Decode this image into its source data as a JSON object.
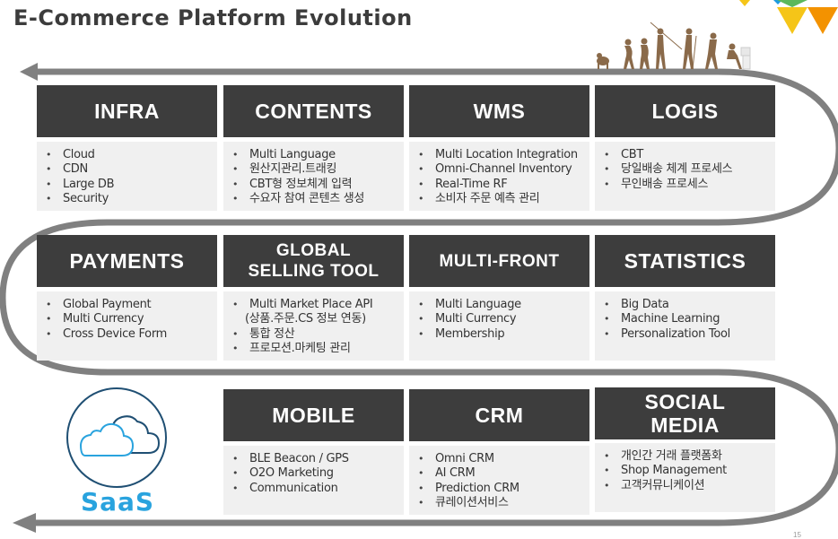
{
  "title": "E-Commerce Platform Evolution",
  "colors": {
    "header_bg": "#3d3d3d",
    "body_bg": "#f0f0f0",
    "track": "#808080",
    "saas_blue": "#29a3de",
    "accent_yellow": "#f5c518",
    "accent_orange": "#f39200",
    "accent_green": "#5cb85c",
    "accent_blue": "#1e9be0"
  },
  "rows": [
    {
      "cards": [
        {
          "title": "INFRA",
          "items": [
            "Cloud",
            "CDN",
            "Large DB",
            "Security"
          ]
        },
        {
          "title": "CONTENTS",
          "items": [
            "Multi Language",
            "원산지관리.트래킹",
            "CBT형 정보체계 입력",
            "수요자 참여 콘텐츠 생성"
          ]
        },
        {
          "title": "WMS",
          "items": [
            "Multi Location Integration",
            "Omni-Channel Inventory",
            "Real-Time RF",
            "소비자 주문 예측 관리"
          ]
        },
        {
          "title": "LOGIS",
          "items": [
            "CBT",
            "당일배송 체계 프로세스",
            "무인배송 프로세스"
          ]
        }
      ]
    },
    {
      "cards": [
        {
          "title": "PAYMENTS",
          "items": [
            "Global Payment",
            "Multi Currency",
            "Cross Device Form"
          ]
        },
        {
          "title_line1": "GLOBAL",
          "title_line2": "SELLING TOOL",
          "items": [
            "Multi Market Place API",
            "(상품.주문.CS 정보 연동)",
            "통합 정산",
            "프로모션.마케팅 관리"
          ]
        },
        {
          "title": "MULTI-FRONT",
          "items": [
            "Multi Language",
            "Multi Currency",
            "Membership"
          ]
        },
        {
          "title": "STATISTICS",
          "items": [
            "Big Data",
            "Machine Learning",
            "Personalization Tool"
          ]
        }
      ]
    },
    {
      "saas": {
        "label": "SaaS",
        "icon": "cloud-icon"
      },
      "cards": [
        {
          "title": "MOBILE",
          "items": [
            "BLE Beacon / GPS",
            "O2O Marketing",
            "Communication"
          ]
        },
        {
          "title": "CRM",
          "items": [
            "Omni CRM",
            "AI CRM",
            "Prediction CRM",
            "큐레이션서비스"
          ]
        },
        {
          "title_line1": "SOCIAL",
          "title_line2": "MEDIA",
          "items": [
            "개인간 거래 플랫폼화",
            "Shop Management",
            "고객커뮤니케이션"
          ]
        }
      ]
    }
  ],
  "decorations": {
    "evolution_image": "human-evolution-illustration",
    "triangles": [
      "yellow",
      "green",
      "blue",
      "orange"
    ]
  },
  "page_number": "15"
}
